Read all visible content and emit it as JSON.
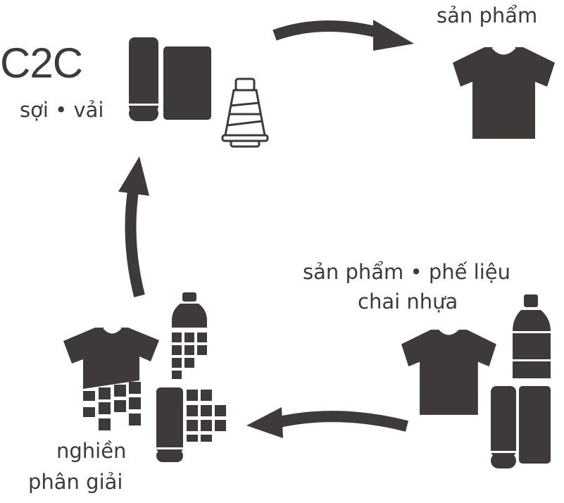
{
  "logo": {
    "text": "C2C"
  },
  "labels": {
    "yarn_fabric": "sợi • vải",
    "product": "sản phẩm",
    "scrap_line1": "sản phẩm • phế liệu",
    "scrap_line2": "chai nhựa",
    "grind_line1": "nghiền",
    "grind_line2": "phân giải"
  },
  "colors": {
    "ink": "#3d3a39",
    "background": "#ffffff"
  }
}
